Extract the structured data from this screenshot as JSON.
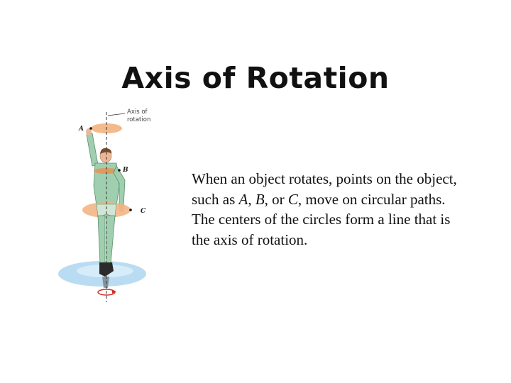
{
  "slide": {
    "title": "Axis of Rotation"
  },
  "figure": {
    "axis_label_line1": "Axis of",
    "axis_label_line2": "rotation",
    "point_a": "A",
    "point_b": "B",
    "point_c": "C",
    "colors": {
      "path_orange": "#f2b27e",
      "skin": "#e9b897",
      "clothing": "#9fcfae",
      "ice": "#b9dcf2",
      "arrow": "#d42a1e"
    }
  },
  "body": {
    "seg1": "When an object rotates, points on the object, such as ",
    "a": "A",
    "seg2": ", ",
    "b": "B",
    "seg3": ", or ",
    "c": "C",
    "seg4": ", move on circular paths. The centers of the circles form a line that is the axis of rotation."
  }
}
